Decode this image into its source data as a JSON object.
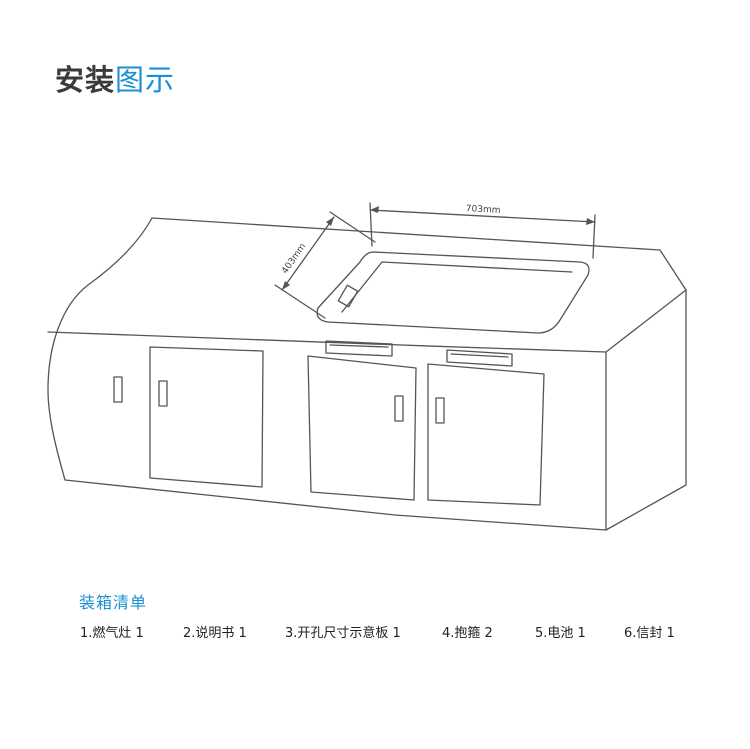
{
  "header": {
    "title_dark": "安装",
    "title_accent": "图示"
  },
  "colors": {
    "accent": "#1b8fd3",
    "dark": "#3a3a3a",
    "line": "#555555"
  },
  "diagram": {
    "width_dimension": "703mm",
    "depth_dimension": "403mm"
  },
  "packing": {
    "title": "装箱清单",
    "items": [
      "1.燃气灶  1",
      "2.说明书  1",
      "3.开孔尺寸示意板  1",
      "4.抱箍  2",
      "5.电池  1",
      "6.信封  1"
    ]
  }
}
